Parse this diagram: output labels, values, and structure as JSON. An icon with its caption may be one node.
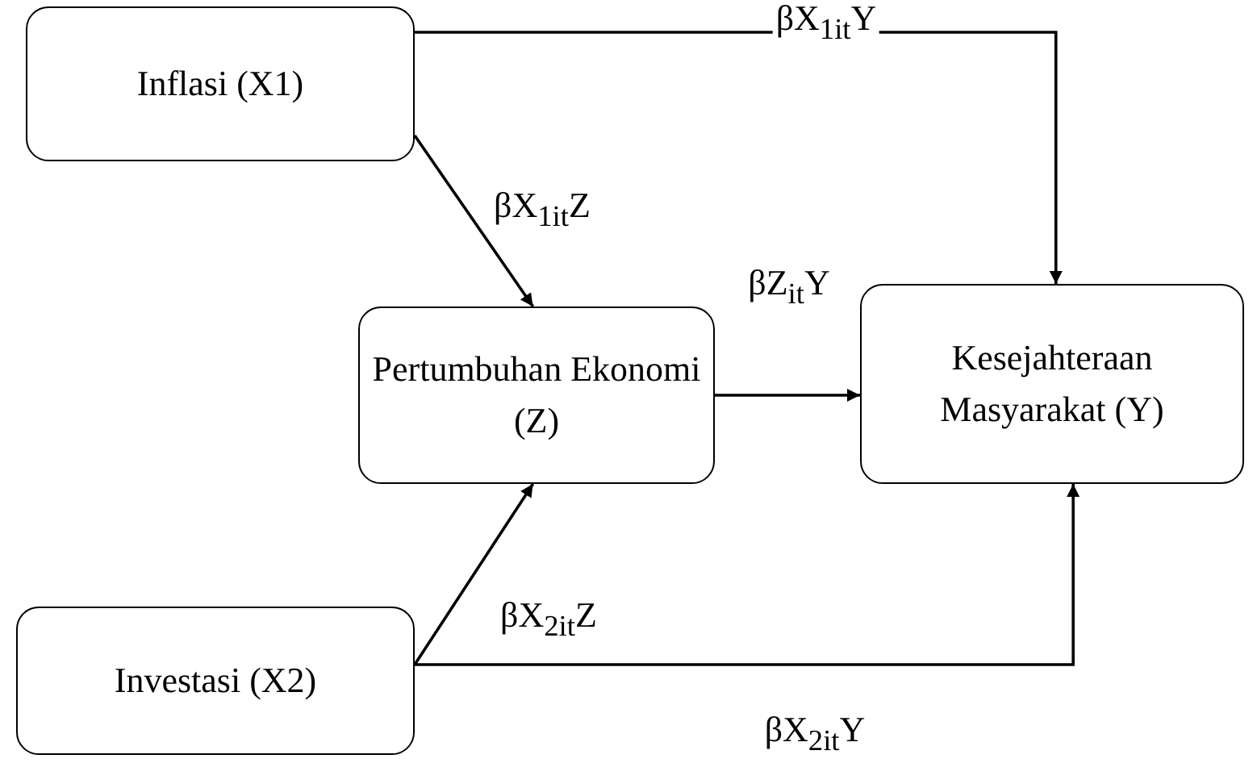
{
  "diagram": {
    "nodes": [
      {
        "text": [
          "Inflasi (X1)"
        ]
      },
      {
        "text": [
          "Pertumbuhan Ekonomi (Z)"
        ]
      },
      {
        "text": [
          "Kesejahteraan Masyarakat (Y)"
        ]
      },
      {
        "text": [
          "Investasi (X2)"
        ]
      }
    ],
    "edges": [
      {
        "from": 0,
        "to": 2,
        "arrow": "to",
        "label": "βX$_{1it}$Y"
      },
      {
        "from": 0,
        "to": 1,
        "arrow": "to",
        "label": "βX$_{1it}$Z"
      },
      {
        "from": 1,
        "to": 2,
        "arrow": "to",
        "label": "βZ$_{it}$Y"
      },
      {
        "from": 3,
        "to": 1,
        "arrow": "to",
        "label": "βX$_{2it}$Z"
      },
      {
        "from": 3,
        "to": 2,
        "arrow": "to",
        "label": "βX$_{2it}$Y"
      }
    ]
  }
}
